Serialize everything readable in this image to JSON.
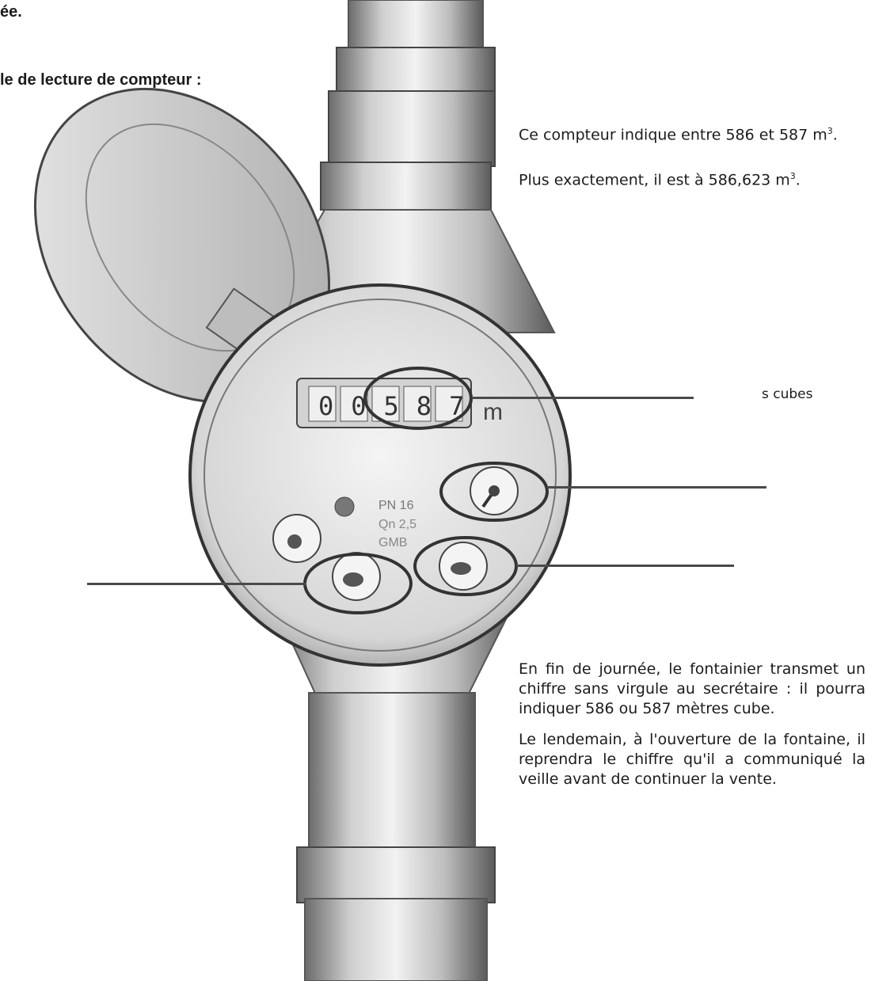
{
  "header": {
    "fragment_top": "ée.",
    "example_title": "le de lecture de compteur :"
  },
  "reading": {
    "line1": "Ce compteur indique entre 586 et 587 m",
    "line1_sup": "3",
    "line1_end": ".",
    "line2": "Plus exactement, il est à 586,623 m",
    "line2_sup": "3",
    "line2_end": "."
  },
  "meter": {
    "counter_digits": "00587",
    "unit_label": "m",
    "face_text_1": "PN 16",
    "face_text_2": "Qn 2,5",
    "face_text_3": "GMB"
  },
  "labels": {
    "cubes_fragment": "s cubes"
  },
  "explanation": {
    "paragraph1": "En fin de journée, le fontainier transmet un chiffre sans virgule au secrétaire : il pourra indiquer 586 ou 587 mètres cube.",
    "paragraph2": "Le lendemain, à l'ouverture de la fontaine, il reprendra le chiffre qu'il a communiqué la veille avant de continuer la vente."
  }
}
